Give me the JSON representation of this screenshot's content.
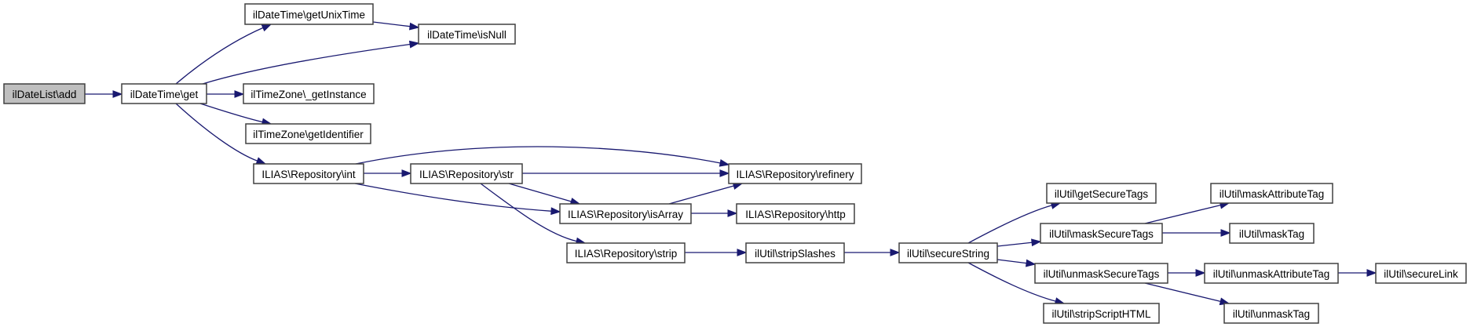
{
  "diagram": {
    "type": "call-graph",
    "colors": {
      "edge": "#191970",
      "node_border": "#404040",
      "root_fill": "#bfbfbf",
      "node_fill": "#ffffff"
    },
    "nodes": [
      {
        "id": "add",
        "label": "ilDateList\\add",
        "root": true
      },
      {
        "id": "get",
        "label": "ilDateTime\\get"
      },
      {
        "id": "getUnixTime",
        "label": "ilDateTime\\getUnixTime"
      },
      {
        "id": "isNull",
        "label": "ilDateTime\\isNull"
      },
      {
        "id": "getInstance",
        "label": "ilTimeZone\\_getInstance"
      },
      {
        "id": "getIdentifier",
        "label": "ilTimeZone\\getIdentifier"
      },
      {
        "id": "int",
        "label": "ILIAS\\Repository\\int"
      },
      {
        "id": "str",
        "label": "ILIAS\\Repository\\str"
      },
      {
        "id": "refinery",
        "label": "ILIAS\\Repository\\refinery"
      },
      {
        "id": "isArray",
        "label": "ILIAS\\Repository\\isArray"
      },
      {
        "id": "http",
        "label": "ILIAS\\Repository\\http"
      },
      {
        "id": "strip",
        "label": "ILIAS\\Repository\\strip"
      },
      {
        "id": "stripSlashes",
        "label": "ilUtil\\stripSlashes"
      },
      {
        "id": "secureString",
        "label": "ilUtil\\secureString"
      },
      {
        "id": "getSecureTags",
        "label": "ilUtil\\getSecureTags"
      },
      {
        "id": "maskSecureTags",
        "label": "ilUtil\\maskSecureTags"
      },
      {
        "id": "unmaskSecureTags",
        "label": "ilUtil\\unmaskSecureTags"
      },
      {
        "id": "stripScriptHTML",
        "label": "ilUtil\\stripScriptHTML"
      },
      {
        "id": "maskAttributeTag",
        "label": "ilUtil\\maskAttributeTag"
      },
      {
        "id": "maskTag",
        "label": "ilUtil\\maskTag"
      },
      {
        "id": "unmaskAttributeTag",
        "label": "ilUtil\\unmaskAttributeTag"
      },
      {
        "id": "unmaskTag",
        "label": "ilUtil\\unmaskTag"
      },
      {
        "id": "secureLink",
        "label": "ilUtil\\secureLink"
      }
    ],
    "edges": [
      {
        "from": "add",
        "to": "get"
      },
      {
        "from": "get",
        "to": "getUnixTime"
      },
      {
        "from": "get",
        "to": "isNull"
      },
      {
        "from": "get",
        "to": "getInstance"
      },
      {
        "from": "get",
        "to": "getIdentifier"
      },
      {
        "from": "get",
        "to": "int"
      },
      {
        "from": "getUnixTime",
        "to": "isNull"
      },
      {
        "from": "int",
        "to": "refinery"
      },
      {
        "from": "int",
        "to": "str"
      },
      {
        "from": "int",
        "to": "isArray"
      },
      {
        "from": "str",
        "to": "refinery"
      },
      {
        "from": "str",
        "to": "isArray"
      },
      {
        "from": "str",
        "to": "strip"
      },
      {
        "from": "isArray",
        "to": "refinery"
      },
      {
        "from": "isArray",
        "to": "http"
      },
      {
        "from": "strip",
        "to": "stripSlashes"
      },
      {
        "from": "stripSlashes",
        "to": "secureString"
      },
      {
        "from": "secureString",
        "to": "getSecureTags"
      },
      {
        "from": "secureString",
        "to": "maskSecureTags"
      },
      {
        "from": "secureString",
        "to": "unmaskSecureTags"
      },
      {
        "from": "secureString",
        "to": "stripScriptHTML"
      },
      {
        "from": "maskSecureTags",
        "to": "maskAttributeTag"
      },
      {
        "from": "maskSecureTags",
        "to": "maskTag"
      },
      {
        "from": "unmaskSecureTags",
        "to": "unmaskAttributeTag"
      },
      {
        "from": "unmaskSecureTags",
        "to": "unmaskTag"
      },
      {
        "from": "unmaskAttributeTag",
        "to": "secureLink"
      }
    ]
  }
}
